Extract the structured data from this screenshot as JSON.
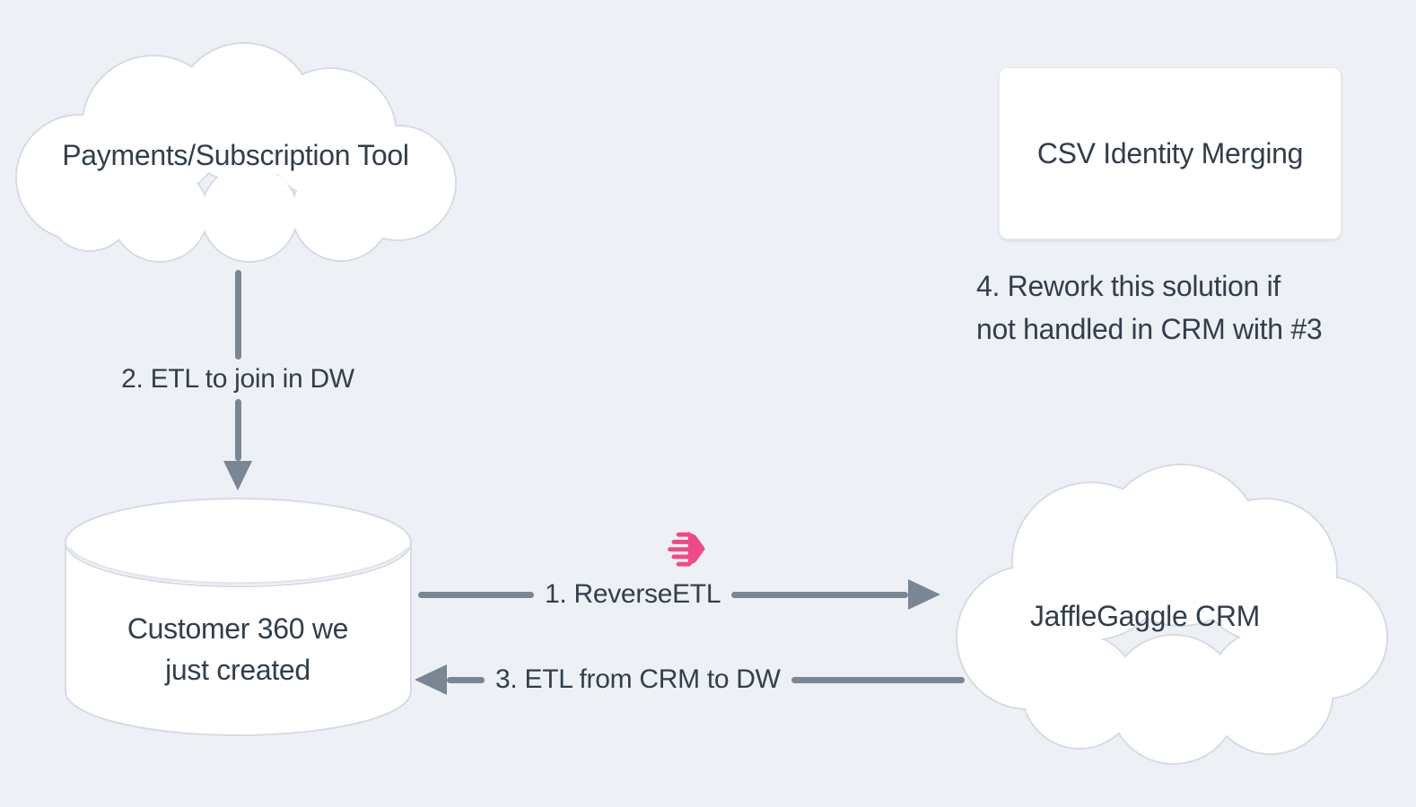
{
  "colors": {
    "background": "#edf1f5",
    "text": "#333e4c",
    "arrow": "#7a8694",
    "node_fill": "#ffffff",
    "node_border": "#d5dbe2",
    "accent_pink": "#ee4a87"
  },
  "nodes": {
    "payments_tool": {
      "shape": "cloud",
      "label": "Payments/Subscription Tool"
    },
    "csv_identity": {
      "shape": "rectangle",
      "label": "CSV Identity Merging"
    },
    "customer_360": {
      "shape": "database-cylinder",
      "label_line1": "Customer 360 we",
      "label_line2": "just created"
    },
    "jafflegaggle_crm": {
      "shape": "cloud",
      "label": "JaffleGaggle CRM"
    }
  },
  "edges": {
    "reverse_etl": {
      "label": "1. ReverseETL",
      "from": "customer_360",
      "to": "jafflegaggle_crm",
      "direction": "right",
      "icon": "hightouch-logo"
    },
    "etl_to_dw": {
      "label": "2. ETL to join in DW",
      "from": "payments_tool",
      "to": "customer_360",
      "direction": "down"
    },
    "etl_from_crm": {
      "label": "3. ETL from CRM to DW",
      "from": "jafflegaggle_crm",
      "to": "customer_360",
      "direction": "left"
    }
  },
  "annotations": {
    "rework_note_line1": "4. Rework this solution if",
    "rework_note_line2": "not handled in CRM with #3"
  }
}
